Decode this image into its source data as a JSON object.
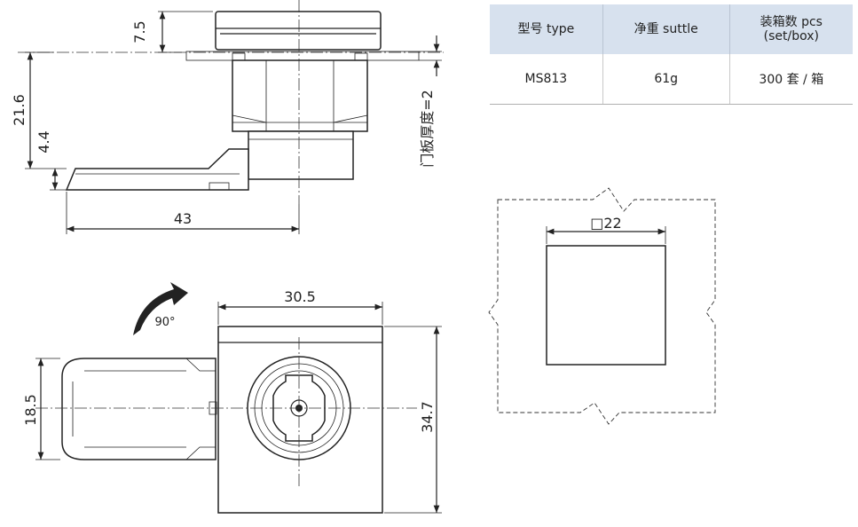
{
  "spec_table": {
    "headers": [
      "型号 type",
      "净重 suttle",
      "装箱数 pcs\n(set/box)"
    ],
    "rows": [
      [
        "MS813",
        "61g",
        "300 套 / 箱"
      ]
    ]
  },
  "side_view": {
    "dim_top": "7.5",
    "dim_height": "21.6",
    "dim_tongue": "4.4",
    "dim_length": "43",
    "panel_label": "门板厚度=2"
  },
  "front_view": {
    "dim_width": "30.5",
    "dim_handle": "18.5",
    "dim_height": "34.7",
    "rotation": "90°"
  },
  "cutout": {
    "dim_square": "□22"
  }
}
